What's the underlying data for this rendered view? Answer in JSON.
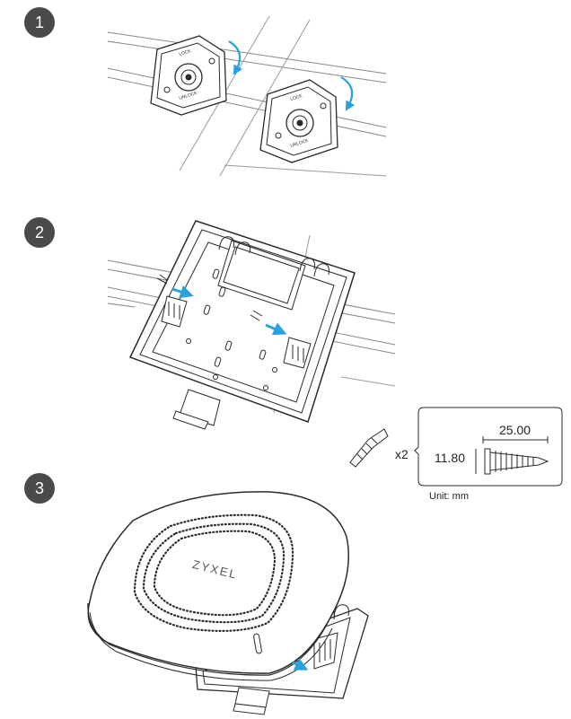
{
  "steps": [
    {
      "number": "1"
    },
    {
      "number": "2"
    },
    {
      "number": "3"
    }
  ],
  "bracket_clip_labels": {
    "lock": "LOCK",
    "unlock": "UNLOCK"
  },
  "screw": {
    "quantity": "x2",
    "length": "25.00",
    "diameter": "11.80",
    "unit_caption": "Unit: mm"
  },
  "access_point": {
    "brand": "ZYXEL"
  },
  "colors": {
    "arrow": "#29a3dc",
    "line": "#2a2a2a",
    "badge": "#4a4a4a"
  },
  "icons": [
    "rotate-arrow-icon",
    "push-arrow-icon",
    "screw-icon"
  ]
}
